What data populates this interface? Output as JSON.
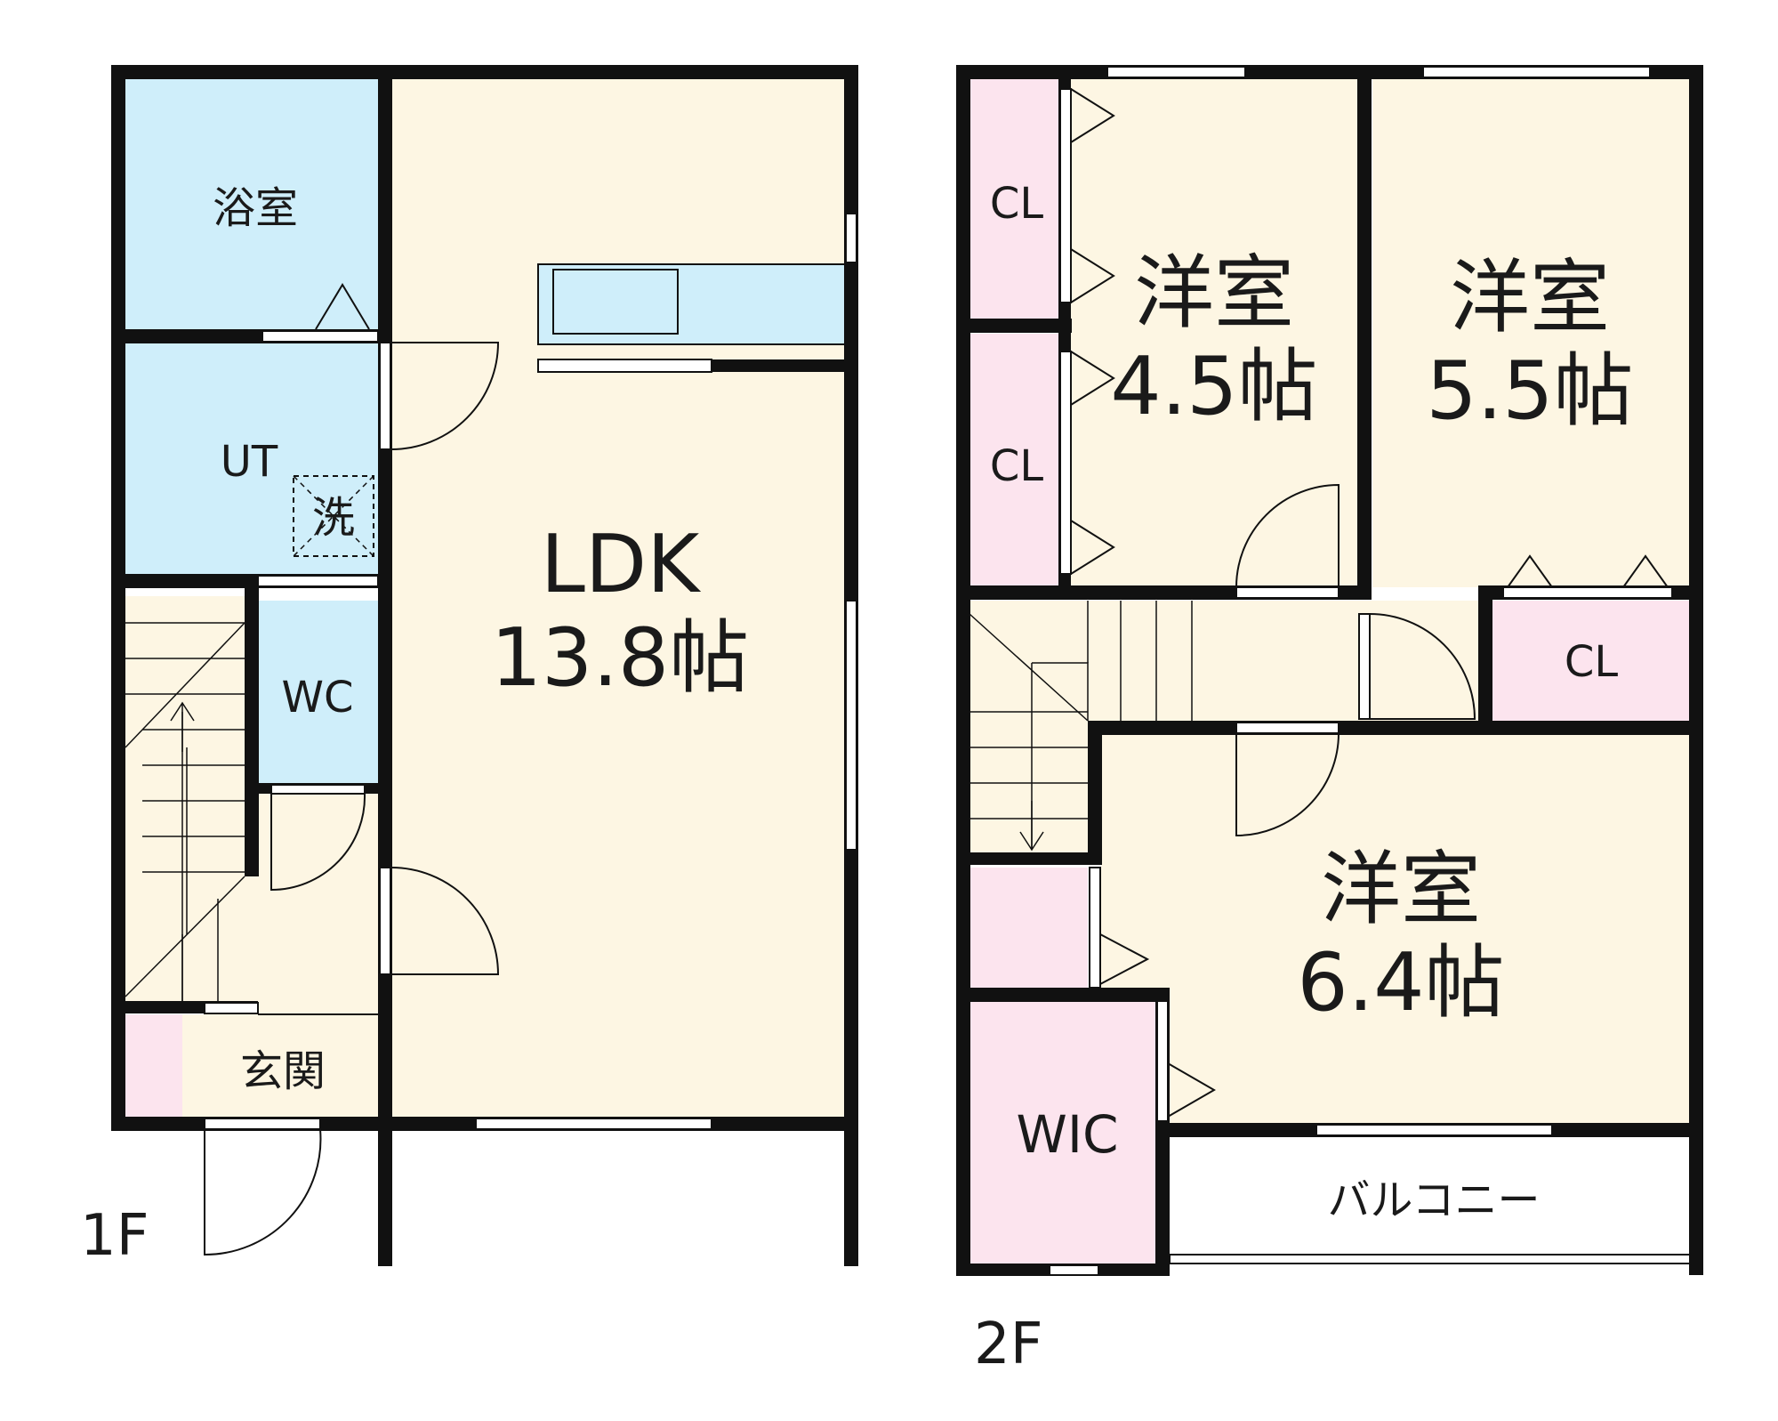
{
  "floors": {
    "first": {
      "label": "1F",
      "rooms": {
        "bath": "浴室",
        "utility": "UT",
        "washer": "洗",
        "toilet": "WC",
        "entrance": "玄関",
        "ldk_name": "LDK",
        "ldk_size": "13.8帖"
      }
    },
    "second": {
      "label": "2F",
      "rooms": {
        "room_a_name": "洋室",
        "room_a_size": "4.5帖",
        "room_b_name": "洋室",
        "room_b_size": "5.5帖",
        "room_c_name": "洋室",
        "room_c_size": "6.4帖",
        "closet_1": "CL",
        "closet_2": "CL",
        "closet_3": "CL",
        "walk_in_closet": "WIC",
        "balcony": "バルコニー"
      }
    }
  },
  "colors": {
    "living_fill": "#fdf6e3",
    "wet_fill": "#cfeefa",
    "closet_fill": "#fce4ee",
    "wall": "#111111"
  }
}
